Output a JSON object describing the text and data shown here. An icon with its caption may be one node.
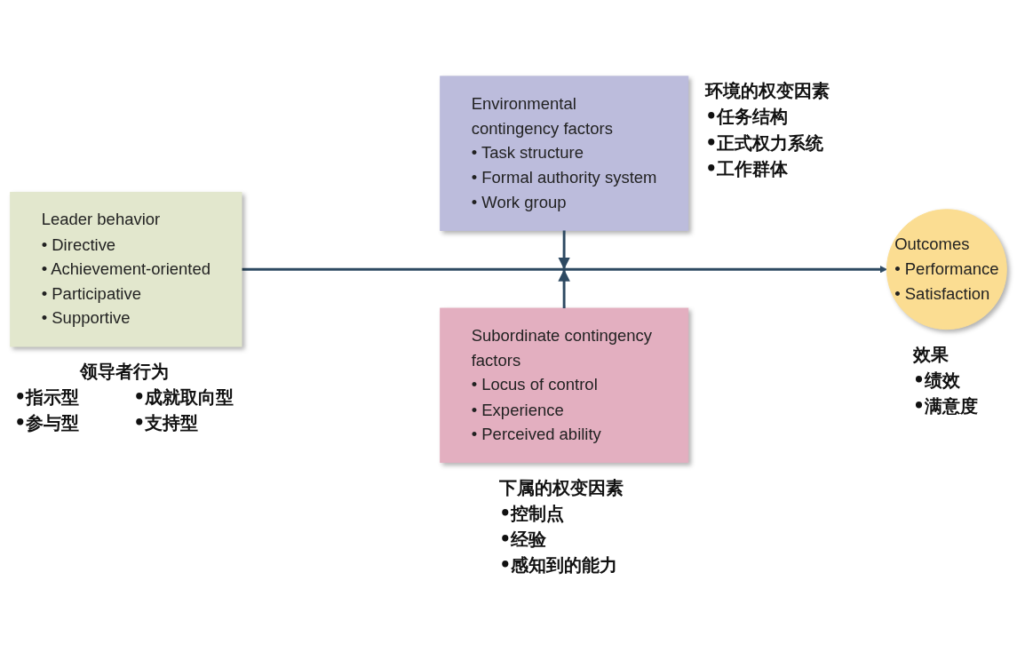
{
  "diagram": {
    "nodes": [
      {
        "text": [
          "Environmental contingency factors",
          "• Task structure",
          "• Formal authority system",
          "• Work group"
        ],
        "beside": [
          "环境的权变因素",
          "•任务结构",
          "•正式权力系统",
          "•工作群体"
        ]
      },
      {
        "text": [
          "Leader behavior",
          "• Directive",
          "• Achievement-oriented",
          "• Participative",
          "• Supportive"
        ],
        "beside": [
          "领导者行为",
          "•指示型",
          "•成就取向型",
          "•参与型",
          "•支持型"
        ]
      },
      {
        "text": [
          "Outcomes",
          "• Performance",
          "• Satisfaction"
        ],
        "beside": [
          "效果",
          "•绩效",
          "•满意度"
        ]
      },
      {
        "text": [
          "Subordinate contingency factors",
          "• Locus of control",
          "• Experience",
          "• Perceived ability"
        ],
        "beside": [
          "下属的权变因素",
          "•控制点",
          "•经验",
          "•感知到的能力"
        ]
      }
    ],
    "edges": [
      {
        "from": 1,
        "to": 2,
        "arrow": "to"
      },
      {
        "from": 0,
        "to": null,
        "arrow": "to"
      },
      {
        "from": 3,
        "to": null,
        "arrow": "to"
      }
    ]
  }
}
